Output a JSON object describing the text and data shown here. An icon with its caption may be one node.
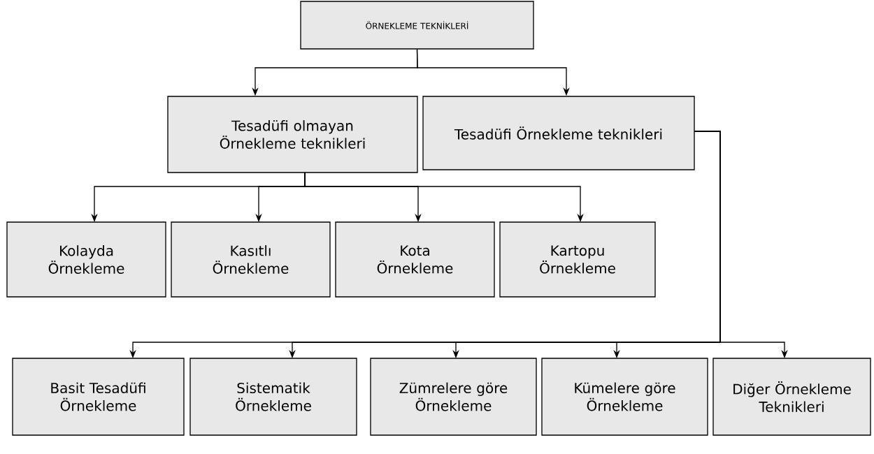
{
  "diagram": {
    "nodes": [
      {
        "text": [
          "ÖRNEKLEME TEKNİKLERİ"
        ]
      },
      {
        "text": [
          "Tesadüfi olmayan Örnekleme teknikleri"
        ]
      },
      {
        "text": [
          "Tesadüfi Örnekleme teknikleri"
        ]
      },
      {
        "text": [
          "Kolayda Örnekleme"
        ]
      },
      {
        "text": [
          "Kasıtlı Örnekleme"
        ]
      },
      {
        "text": [
          "Kota Örnekleme"
        ]
      },
      {
        "text": [
          "Kartopu Örnekleme"
        ]
      },
      {
        "text": [
          "Basit Tesadüfi Örnekleme"
        ]
      },
      {
        "text": [
          "Sistematik Örnekleme"
        ]
      },
      {
        "text": [
          "Zümrelere göre Örnekleme"
        ]
      },
      {
        "text": [
          "Kümelere göre Örnekleme"
        ]
      },
      {
        "text": [
          "Diğer Örnekleme Teknikleri"
        ]
      }
    ],
    "edges": [
      {
        "from": 0,
        "to": 1,
        "arrow": "to"
      },
      {
        "from": 0,
        "to": 2,
        "arrow": "to"
      },
      {
        "from": 1,
        "to": 3,
        "arrow": "to"
      },
      {
        "from": 1,
        "to": 4,
        "arrow": "to"
      },
      {
        "from": 1,
        "to": 5,
        "arrow": "to"
      },
      {
        "from": 1,
        "to": 6,
        "arrow": "to"
      },
      {
        "from": 2,
        "to": 7,
        "arrow": "to"
      },
      {
        "from": 2,
        "to": 8,
        "arrow": "to"
      },
      {
        "from": 2,
        "to": 9,
        "arrow": "to"
      },
      {
        "from": 2,
        "to": 10,
        "arrow": "to"
      },
      {
        "from": 2,
        "to": 11,
        "arrow": "to"
      }
    ]
  }
}
